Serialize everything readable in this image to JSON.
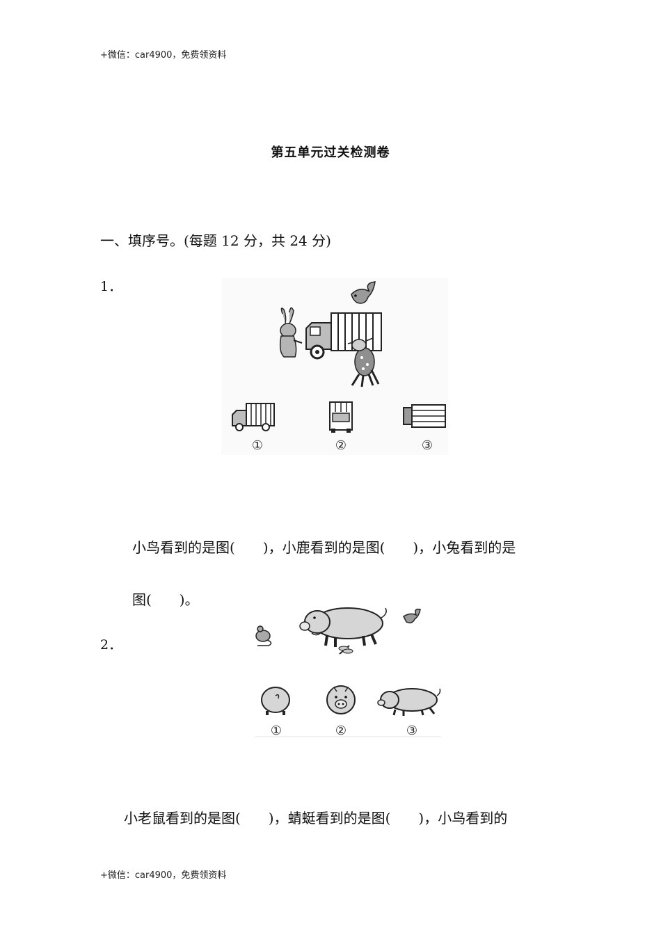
{
  "header": {
    "note": "+微信：car4900，免费领资料"
  },
  "footer": {
    "note": "+微信：car4900，免费领资料"
  },
  "title": "第五单元过关检测卷",
  "section1": {
    "heading": "一、填序号。(每题 12 分，共 24 分)"
  },
  "q1": {
    "number": "1．",
    "option_labels": [
      "①",
      "②",
      "③"
    ],
    "line1": "小鸟看到的是图(　　)，小鹿看到的是图(　　)，小兔看到的是",
    "line2": "图(　　)。"
  },
  "q2": {
    "number": "2．",
    "option_labels": [
      "①",
      "②",
      "③"
    ],
    "line1": "小老鼠看到的是图(　　)，蜻蜓看到的是图(　　)，小鸟看到的"
  }
}
